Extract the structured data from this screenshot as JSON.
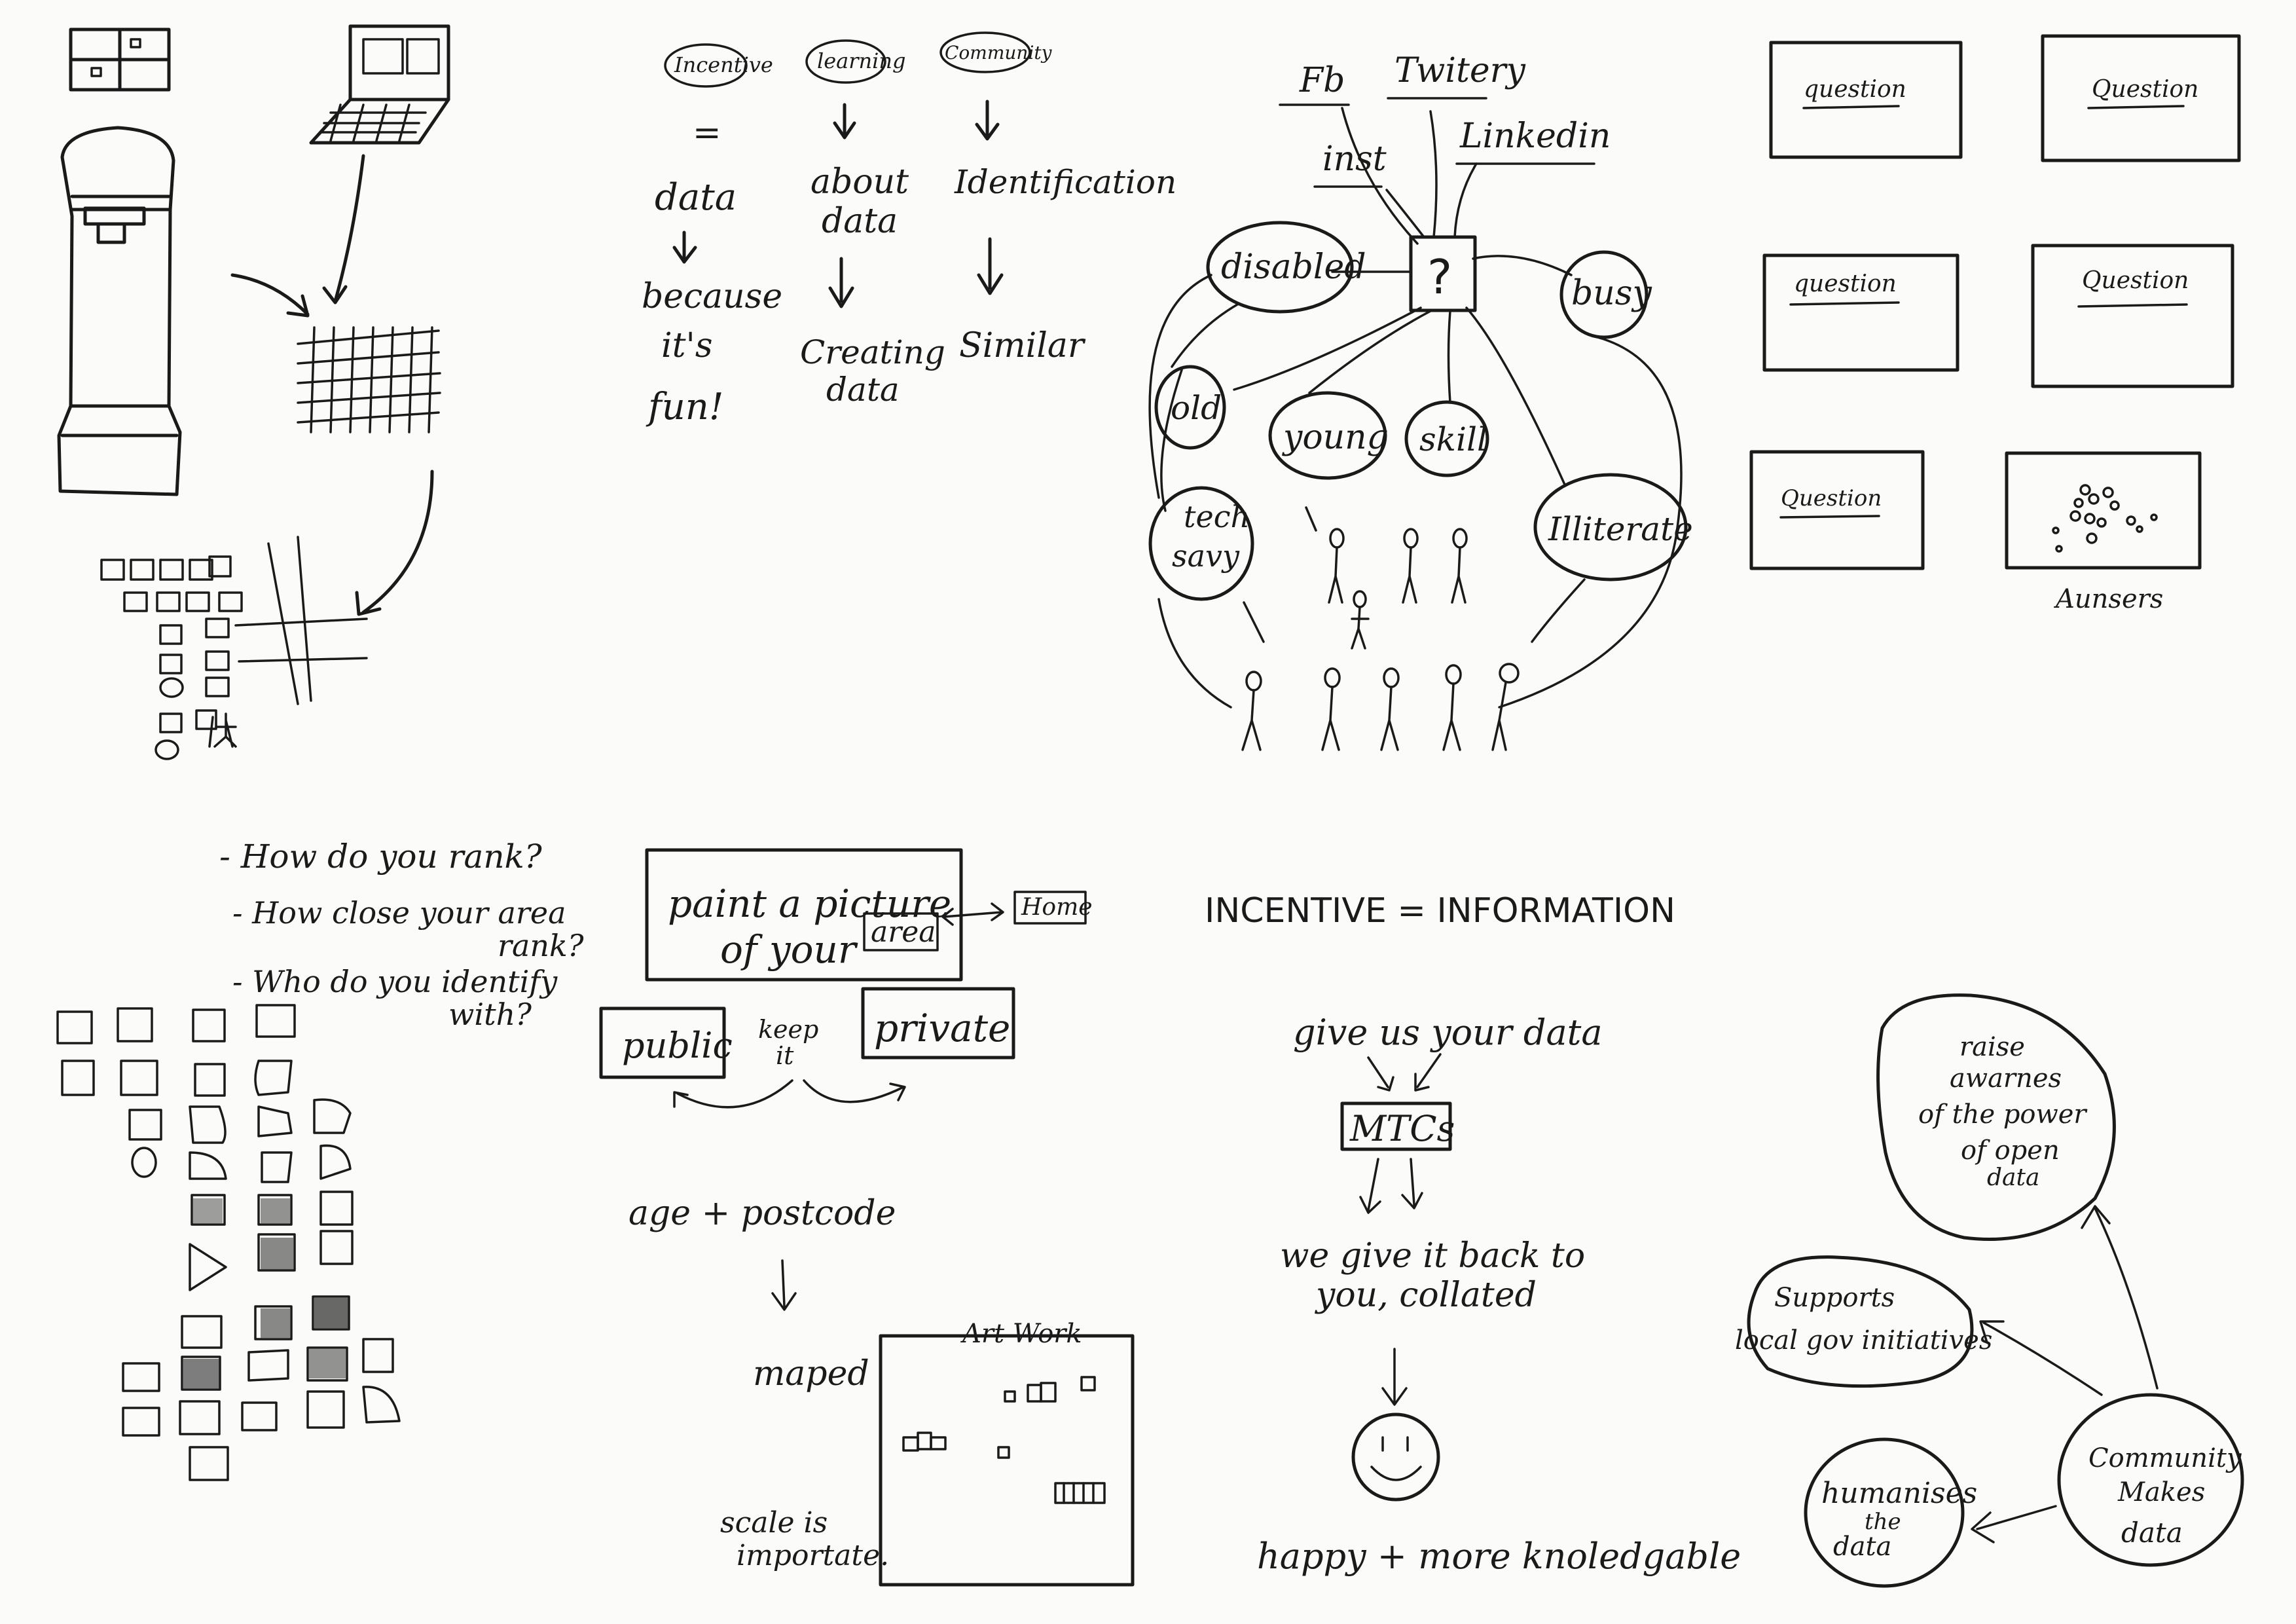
{
  "col2": {
    "clouds": [
      "Incentive",
      "learning",
      "Community"
    ],
    "equals": "=",
    "data": "data",
    "because": [
      "because",
      "it's",
      "fun!"
    ],
    "about": [
      "about",
      "data"
    ],
    "creating": [
      "Creating",
      "data"
    ],
    "identification": "Identification",
    "similar": "Similar"
  },
  "social": {
    "networks": [
      "Fb",
      "Twitery",
      "inst",
      "Linkedin"
    ],
    "question_mark": "?",
    "groups": [
      "disabled",
      "busy",
      "old",
      "young",
      "skill",
      "tech",
      "savy",
      "Illiterate"
    ]
  },
  "questions": {
    "labels": [
      "question",
      "Question",
      "question",
      "Question",
      "Question"
    ],
    "answers_caption": "Aunsers"
  },
  "ranking": {
    "items": [
      "- How do you rank?",
      "- How close your area",
      "rank?",
      "- Who do you identify",
      "with?"
    ]
  },
  "picture": {
    "line1": "paint a picture",
    "line2_pre": "of your",
    "area": "area",
    "home": "Home",
    "public": "public",
    "keep": "keep",
    "it": "it",
    "private": "private",
    "age_postcode": "age + postcode",
    "maped": "maped",
    "artwork": "Art Work",
    "scale": [
      "scale is",
      "importate."
    ]
  },
  "incentive": {
    "title": "INCENTIVE = INFORMATION",
    "give": "give us your data",
    "mtcs": "MTCs",
    "giveback": [
      "we give it back to",
      "you, collated"
    ],
    "happy": "happy + more knoledgable"
  },
  "cycle": {
    "raise": [
      "raise",
      "awarnes",
      "of the power",
      "of open",
      "data"
    ],
    "supports": [
      "Supports",
      "local gov initiatives"
    ],
    "humanises": [
      "humanises",
      "the",
      "data"
    ],
    "community": [
      "Community",
      "Makes",
      "data"
    ]
  }
}
